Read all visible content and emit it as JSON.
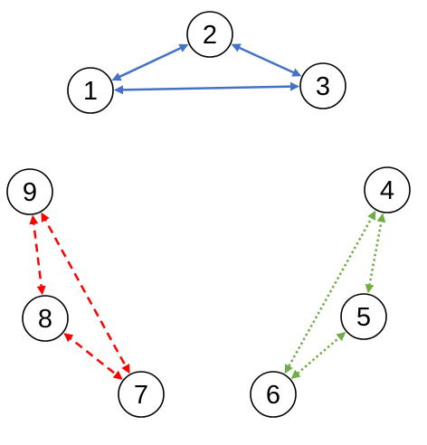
{
  "nodes": [
    {
      "id": "1",
      "label": "1"
    },
    {
      "id": "2",
      "label": "2"
    },
    {
      "id": "3",
      "label": "3"
    },
    {
      "id": "4",
      "label": "4"
    },
    {
      "id": "5",
      "label": "5"
    },
    {
      "id": "6",
      "label": "6"
    },
    {
      "id": "7",
      "label": "7"
    },
    {
      "id": "8",
      "label": "8"
    },
    {
      "id": "9",
      "label": "9"
    }
  ],
  "edges": [
    {
      "from": "1",
      "to": "2",
      "style": "solid",
      "color": "#4472C4",
      "direction": "both"
    },
    {
      "from": "2",
      "to": "3",
      "style": "solid",
      "color": "#4472C4",
      "direction": "both"
    },
    {
      "from": "1",
      "to": "3",
      "style": "solid",
      "color": "#4472C4",
      "direction": "both"
    },
    {
      "from": "4",
      "to": "5",
      "style": "dotted",
      "color": "#70AD47",
      "direction": "both"
    },
    {
      "from": "5",
      "to": "6",
      "style": "dotted",
      "color": "#70AD47",
      "direction": "both"
    },
    {
      "from": "4",
      "to": "6",
      "style": "dotted",
      "color": "#70AD47",
      "direction": "both"
    },
    {
      "from": "9",
      "to": "8",
      "style": "dashed",
      "color": "#FF0000",
      "direction": "both"
    },
    {
      "from": "8",
      "to": "7",
      "style": "dashed",
      "color": "#FF0000",
      "direction": "both"
    },
    {
      "from": "9",
      "to": "7",
      "style": "dashed",
      "color": "#FF0000",
      "direction": "both"
    }
  ]
}
